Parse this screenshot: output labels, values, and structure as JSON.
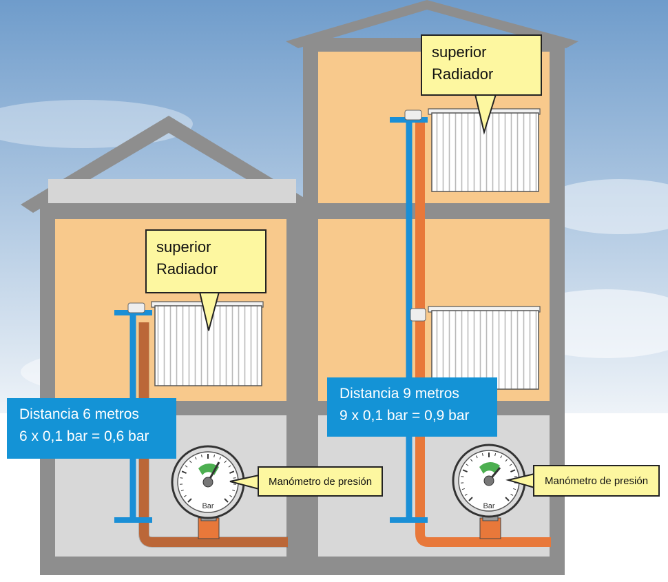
{
  "colors": {
    "sky_top": "#6f9ccb",
    "sky_bottom": "#eef3f8",
    "house_wall": "#8e8e8e",
    "house_roof": "#8e8e8e",
    "room_fill": "#f8c98c",
    "basement_fill": "#d8d8d8",
    "attic_fill": "#d6d6d6",
    "flow_pipe": "#1a8fd6",
    "return_pipe": "#e8783a",
    "callout_fill": "#fdf7a0",
    "distance_box_fill": "#1493d6",
    "gauge_green_zone": "#4caf50"
  },
  "left_house": {
    "radiator_callout": {
      "line1": "superior",
      "line2": "Radiador"
    },
    "distance_box": {
      "line1": "Distancia 6 metros",
      "line2": "6 x 0,1 bar = 0,6 bar"
    },
    "gauge_callout": "Manómetro de presión",
    "gauge_unit": "Bar"
  },
  "right_house": {
    "radiator_callout": {
      "line1": "superior",
      "line2": "Radiador"
    },
    "distance_box": {
      "line1": "Distancia 9 metros",
      "line2": "9 x 0,1 bar = 0,9 bar"
    },
    "gauge_callout": "Manómetro de presión",
    "gauge_unit": "Bar"
  }
}
